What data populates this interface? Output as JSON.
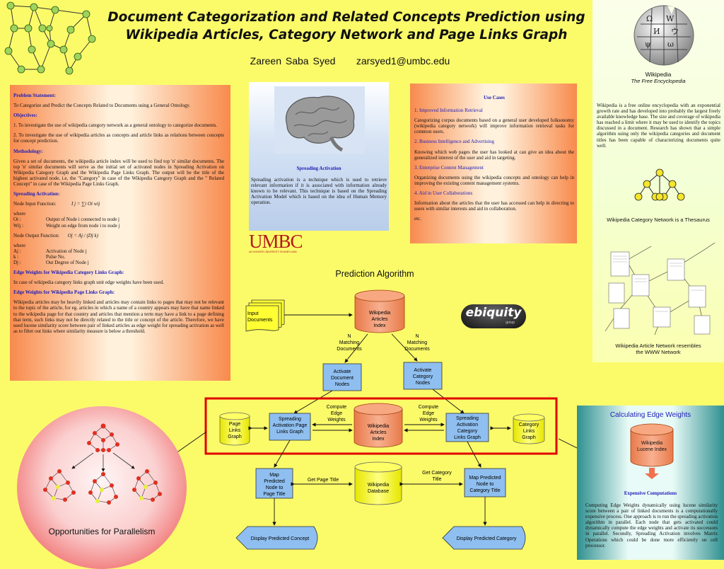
{
  "header": {
    "title_line1": "Document Categorization and Related Concepts Prediction  using",
    "title_line2": "Wikipedia Articles, Category Network and Page Links Graph",
    "author": "Zareen Saba Syed",
    "email": "zarsyed1@umbc.edu"
  },
  "left_panel": {
    "problem_heading": "Problem Statement:",
    "problem_text": "To Categorize and Predict the Concepts Related to Documents using a General Ontology.",
    "objectives_heading": "Objectives:",
    "objective_1": "1. To investigate the use of wikipedia category network as a general ontology to categorize documents.",
    "objective_2": "2. To investigate the use of wikipedia articles as concepts and  article links as relations between concepts for concept prediction.",
    "methodology_heading": "Methodology:",
    "methodology_text": "Given a set of documents, the wikipedia article index will be used to find top 'n' similar documents. The top 'n' similar documents will serve as the initial set of activated nodes in Spreading Activation on Wikipedia Category Graph and the Wikipedia Page Links Graph. The output will be the title of the highest activated node, i.e, the \"Category\" in case of the Wikipedia Category Graph and the \" Related Concept\" in case of the Wikipedia Page Links Graph.",
    "spreading_heading": "Spreading Activation:",
    "node_input_label": "Node Input Function:",
    "node_input_formula": "I j = ∑i Oi wij",
    "where1": "where",
    "oi_term": "Oi  :",
    "oi_def": "Output of Node i connected to node j",
    "wij_term": "Wij :",
    "wij_def": "Weight on edge from node i to node j",
    "node_output_label": "Node Output Function:",
    "node_output_formula": "Oj = Aj / (Dj k)",
    "where2": "where",
    "aj_term": "Aj :",
    "aj_def": "Activation of Node j",
    "k_term": "k  :",
    "k_def": "Pulse No.",
    "dj_term": "Dj :",
    "dj_def": "Out Degree of Node j",
    "edge_cat_heading": "Edge Weights for Wikipedia Category Links Graph:",
    "edge_cat_text": "In case of wikipedia category links graph unit edge weights have been used.",
    "edge_page_heading": "Edge Weights for Wikipedia Page Links Graph:",
    "edge_page_text": "Wikipedia articles may be heavily linked and articles may contain links to pages that may not be relevant to the topic of the article, for eg. articles in which a name of a country appears may have that name linked to the wikipedia page for that country and articles that mention a term may have a link to a page defining that term, such links may not be directly related to the title or concept of the article. Therefore, we have used lucene similarity score between pair of linked articles as edge weight for spreading activation as well as to filter out links where similarity measure is below a threshold."
  },
  "spreading_panel": {
    "heading": "Spreading Activation",
    "text": "Spreading activation is a technique which is used to retrieve relevant information if it is associated with information already known to be relevant. This technique is based on the Spreading Activation Model which is based on the idea of Human Memory operation."
  },
  "umbc": {
    "logo_text": "UMBC",
    "logo_subtext": "AN HONORS UNIVERSITY IN MARYLAND"
  },
  "use_cases": {
    "heading": "Use Cases",
    "c1_heading": "1. Improved Information Retrieval",
    "c1_text": "Categorizing corpus documents based on a general user developed folksonomy (wikipedia category network) will improve information retrieval tasks for common users.",
    "c2_heading": "2. Business Intelligence and Advertising",
    "c2_text": "Knowing which web pages the user has looked at can give an idea about the generalized interest of the user and aid in targeting.",
    "c3_heading": "3. Enterprise Content Management",
    "c3_text": "Organizing documents using the wikipedia concepts and ontology can help in improving the existing content management systems.",
    "c4_heading": "4. Aid in User Collaborations",
    "c4_text": "Information about the articles that the user has accessed can help in directing to users with similar interests and aid in collaboration.",
    "etc": "etc."
  },
  "wikipedia_col": {
    "logo_name": "Wikipedia",
    "logo_tagline": "The Free Encyclopedia",
    "description": "Wikipedia is a free online encyclopedia with an exponential growth rate and has developed into probably the largest freely available knowledge base. The size and coverage of wikipedia has reached a limit where it may be used to identify the topics discussed in a document. Research has shown that a simple algorithm using only the wikipedia categories and document titles has been capable of characterizing documents quite well.",
    "thesaurus_caption": "Wikipedia Category Network is a Thesaurus",
    "www_caption_1": "Wikipedia Article Network resembles",
    "www_caption_2": "the WWW Network"
  },
  "ebiquity": {
    "logo_text": "ebiquity",
    "logo_sub": "group"
  },
  "flowchart": {
    "title": "Prediction Algorithm",
    "input_docs_1": "Input",
    "input_docs_2": "Documents",
    "wai_1": "Wikipedia",
    "wai_2": "Articles",
    "wai_3": "Index",
    "n_match_left_1": "N",
    "n_match_left_2": "Matching",
    "n_match_left_3": "Documents",
    "n_match_right_1": "N",
    "n_match_right_2": "Matching",
    "n_match_right_3": "Documents",
    "act_doc_1": "Activate",
    "act_doc_2": "Document",
    "act_doc_3": "Nodes",
    "act_cat_1": "Activate",
    "act_cat_2": "Category",
    "act_cat_3": "Nodes",
    "cew_left_1": "Compute",
    "cew_left_2": "Edge",
    "cew_left_3": "Weights",
    "cew_right_1": "Compute",
    "cew_right_2": "Edge",
    "cew_right_3": "Weights",
    "plg_1": "Page",
    "plg_2": "Links",
    "plg_3": "Graph",
    "sapl_1": "Spreading",
    "sapl_2": "Activation Page",
    "sapl_3": "Links Graph",
    "wai_mid_1": "Wikipedia",
    "wai_mid_2": "Articles",
    "wai_mid_3": "Index",
    "sacl_1": "Spreading",
    "sacl_2": "Activation",
    "sacl_3": "Category",
    "sacl_4": "Links Graph",
    "clg_1": "Category",
    "clg_2": "Links",
    "clg_3": "Graph",
    "map_node_1": "Map",
    "map_node_2": "Predicted",
    "map_node_3": "Node to",
    "map_node_4": "Page Title",
    "get_page_title": "Get Page Title",
    "wdb_1": "Wikipedia",
    "wdb_2": "Database",
    "get_cat_title_1": "Get Category",
    "get_cat_title_2": "Title",
    "map_cat_1": "Map Predicted",
    "map_cat_2": "Node to",
    "map_cat_3": "Category Title",
    "display_concept": "Display Predicted Concept",
    "display_category": "Display Predicted Category"
  },
  "parallelism": {
    "caption": "Opportunities for Parallelism"
  },
  "calc_panel": {
    "heading": "Calculating Edge Weights",
    "cyl_1": "Wikipedia",
    "cyl_2": "Lucene Index",
    "expensive_heading": "Expensive Computations",
    "text": "Computing Edge Weights dynamically using lucene similarity score between a pair of linked documents is a computationally expensive process. One approach is to run the spreading activation algorithm in parallel. Each node that gets activated could dynamically compute the edge weights and activate its successors in parallel. Secondly, Spreading Activation involves Matrix Operations which could be done more efficiently on cell processor."
  },
  "colors": {
    "background": "#fbfb6a",
    "heading_blue": "#1d1db8",
    "flow_box_blue": "#8fbff0",
    "flow_yellow": "#ffff33",
    "flow_db_orange": "#f59a6c",
    "highlight_red": "#e00000",
    "umbc_red": "#b5181c"
  }
}
